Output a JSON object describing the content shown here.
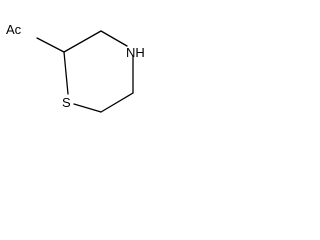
{
  "molecule": {
    "substituent_label": "Ac",
    "heteroatom_n_label": "NH",
    "heteroatom_s_label": "S",
    "line_color": "#000000",
    "background_color": "#ffffff"
  }
}
